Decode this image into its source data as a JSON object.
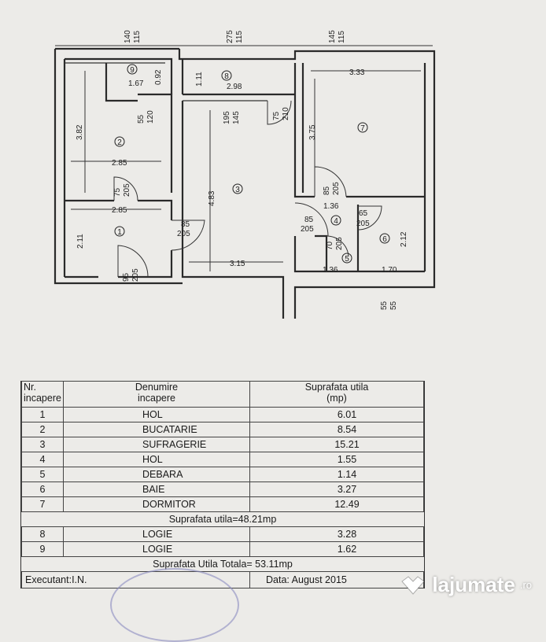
{
  "plan": {
    "rooms": [
      {
        "num": "1"
      },
      {
        "num": "2"
      },
      {
        "num": "3"
      },
      {
        "num": "4"
      },
      {
        "num": "5"
      },
      {
        "num": "6"
      },
      {
        "num": "7"
      },
      {
        "num": "8"
      },
      {
        "num": "9"
      }
    ],
    "dims": {
      "top_9a": "140",
      "top_9b": "115",
      "top_8a": "275",
      "top_8b": "115",
      "top_7a": "145",
      "top_7b": "115",
      "r9_w": "1.67",
      "r9_h": "0.92",
      "r8_h": "1.11",
      "r8_w": "2.98",
      "r7_w": "3.33",
      "r7_h": "3.75",
      "r2_h": "3.82",
      "r2_w": "2.85",
      "door_55": "55",
      "door_120": "120",
      "door_195": "195",
      "door_145": "145",
      "door_75": "75",
      "door_210": "210",
      "r3_h": "4.83",
      "r3_w": "3.15",
      "door2_75": "75",
      "door2_205": "205",
      "r1_w": "2.85",
      "r1_h": "2.11",
      "door1_85": "85",
      "door1_205": "205",
      "door1b_95": "95",
      "door1b_205": "205",
      "door7_85": "85",
      "door7_205": "205",
      "r4_w": "1.36",
      "door4_85": "85",
      "door4_205": "205",
      "door6_65": "65",
      "door6_205": "205",
      "door5_70": "70",
      "door5_205": "205",
      "r6_h": "2.12",
      "r5_w": "1.36",
      "r6_w": "1.70",
      "bot_55a": "55",
      "bot_55b": "55"
    }
  },
  "table": {
    "headers": {
      "nr_line1": "Nr.",
      "nr_line2": "incapere",
      "name_line1": "Denumire",
      "name_line2": "incapere",
      "area_line1": "Suprafata utila",
      "area_line2": "(mp)"
    },
    "rows": [
      {
        "nr": "1",
        "name": "HOL",
        "area": "6.01"
      },
      {
        "nr": "2",
        "name": "BUCATARIE",
        "area": "8.54"
      },
      {
        "nr": "3",
        "name": "SUFRAGERIE",
        "area": "15.21"
      },
      {
        "nr": "4",
        "name": "HOL",
        "area": "1.55"
      },
      {
        "nr": "5",
        "name": "DEBARA",
        "area": "1.14"
      },
      {
        "nr": "6",
        "name": "BAIE",
        "area": "3.27"
      },
      {
        "nr": "7",
        "name": "DORMITOR",
        "area": "12.49"
      }
    ],
    "subtotal": "Suprafata utila=48.21mp",
    "rows2": [
      {
        "nr": "8",
        "name": "LOGIE",
        "area": "3.28"
      },
      {
        "nr": "9",
        "name": "LOGIE",
        "area": "1.62"
      }
    ],
    "total": "Suprafata Utila Totala= 53.11mp",
    "executant": "Executant:I.N.",
    "date": "Data: August 2015"
  },
  "watermark": {
    "brand": "lajumate",
    "suffix": ".ro"
  }
}
